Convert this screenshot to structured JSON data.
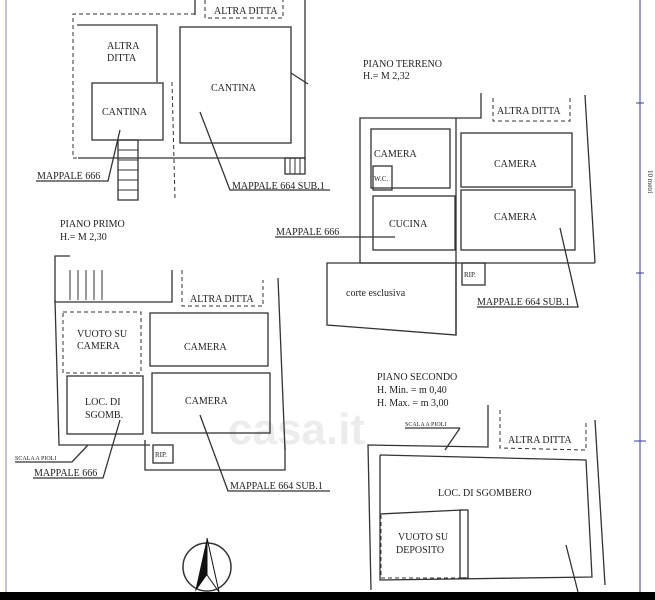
{
  "watermark": "casa.it",
  "scale_label": "10 metri",
  "basement": {
    "altra_ditta_top": "ALTRA DITTA",
    "altra_ditta_room_1": "ALTRA",
    "altra_ditta_room_2": "DITTA",
    "cantina_small": "CANTINA",
    "cantina_large": "CANTINA",
    "mappale_666": "MAPPALE 666",
    "mappale_664": "MAPPALE 664 SUB.1"
  },
  "ground_floor": {
    "title": "PIANO TERRENO",
    "height": "H.= M 2,32",
    "altra_ditta": "ALTRA DITTA",
    "camera_1": "CAMERA",
    "wc": "W.C.",
    "camera_2": "CAMERA",
    "cucina": "CUCINA",
    "camera_3": "CAMERA",
    "corte": "corte esclusiva",
    "rip": "RIP.",
    "mappale_666": "MAPPALE 666",
    "mappale_664": "MAPPALE 664 SUB.1"
  },
  "first_floor": {
    "title": "PIANO PRIMO",
    "height": "H.= M 2,30",
    "altra_ditta": "ALTRA DITTA",
    "vuoto_1": "VUOTO SU",
    "vuoto_2": "CAMERA",
    "camera_1": "CAMERA",
    "loc_1": "LOC. DI",
    "loc_2": "SGOMB.",
    "camera_2": "CAMERA",
    "rip": "RIP.",
    "scala": "SCALA A PIOLI",
    "mappale_666": "MAPPALE 666",
    "mappale_664": "MAPPALE 664 SUB.1"
  },
  "second_floor": {
    "title": "PIANO SECONDO",
    "h_min": "H. Min. = m 0,40",
    "h_max": "H. Max. = m 3,00",
    "scala": "SCALA A PIOLI",
    "altra_ditta": "ALTRA DITTA",
    "loc": "LOC. DI SGOMBERO",
    "vuoto_1": "VUOTO SU",
    "vuoto_2": "DEPOSITO"
  }
}
